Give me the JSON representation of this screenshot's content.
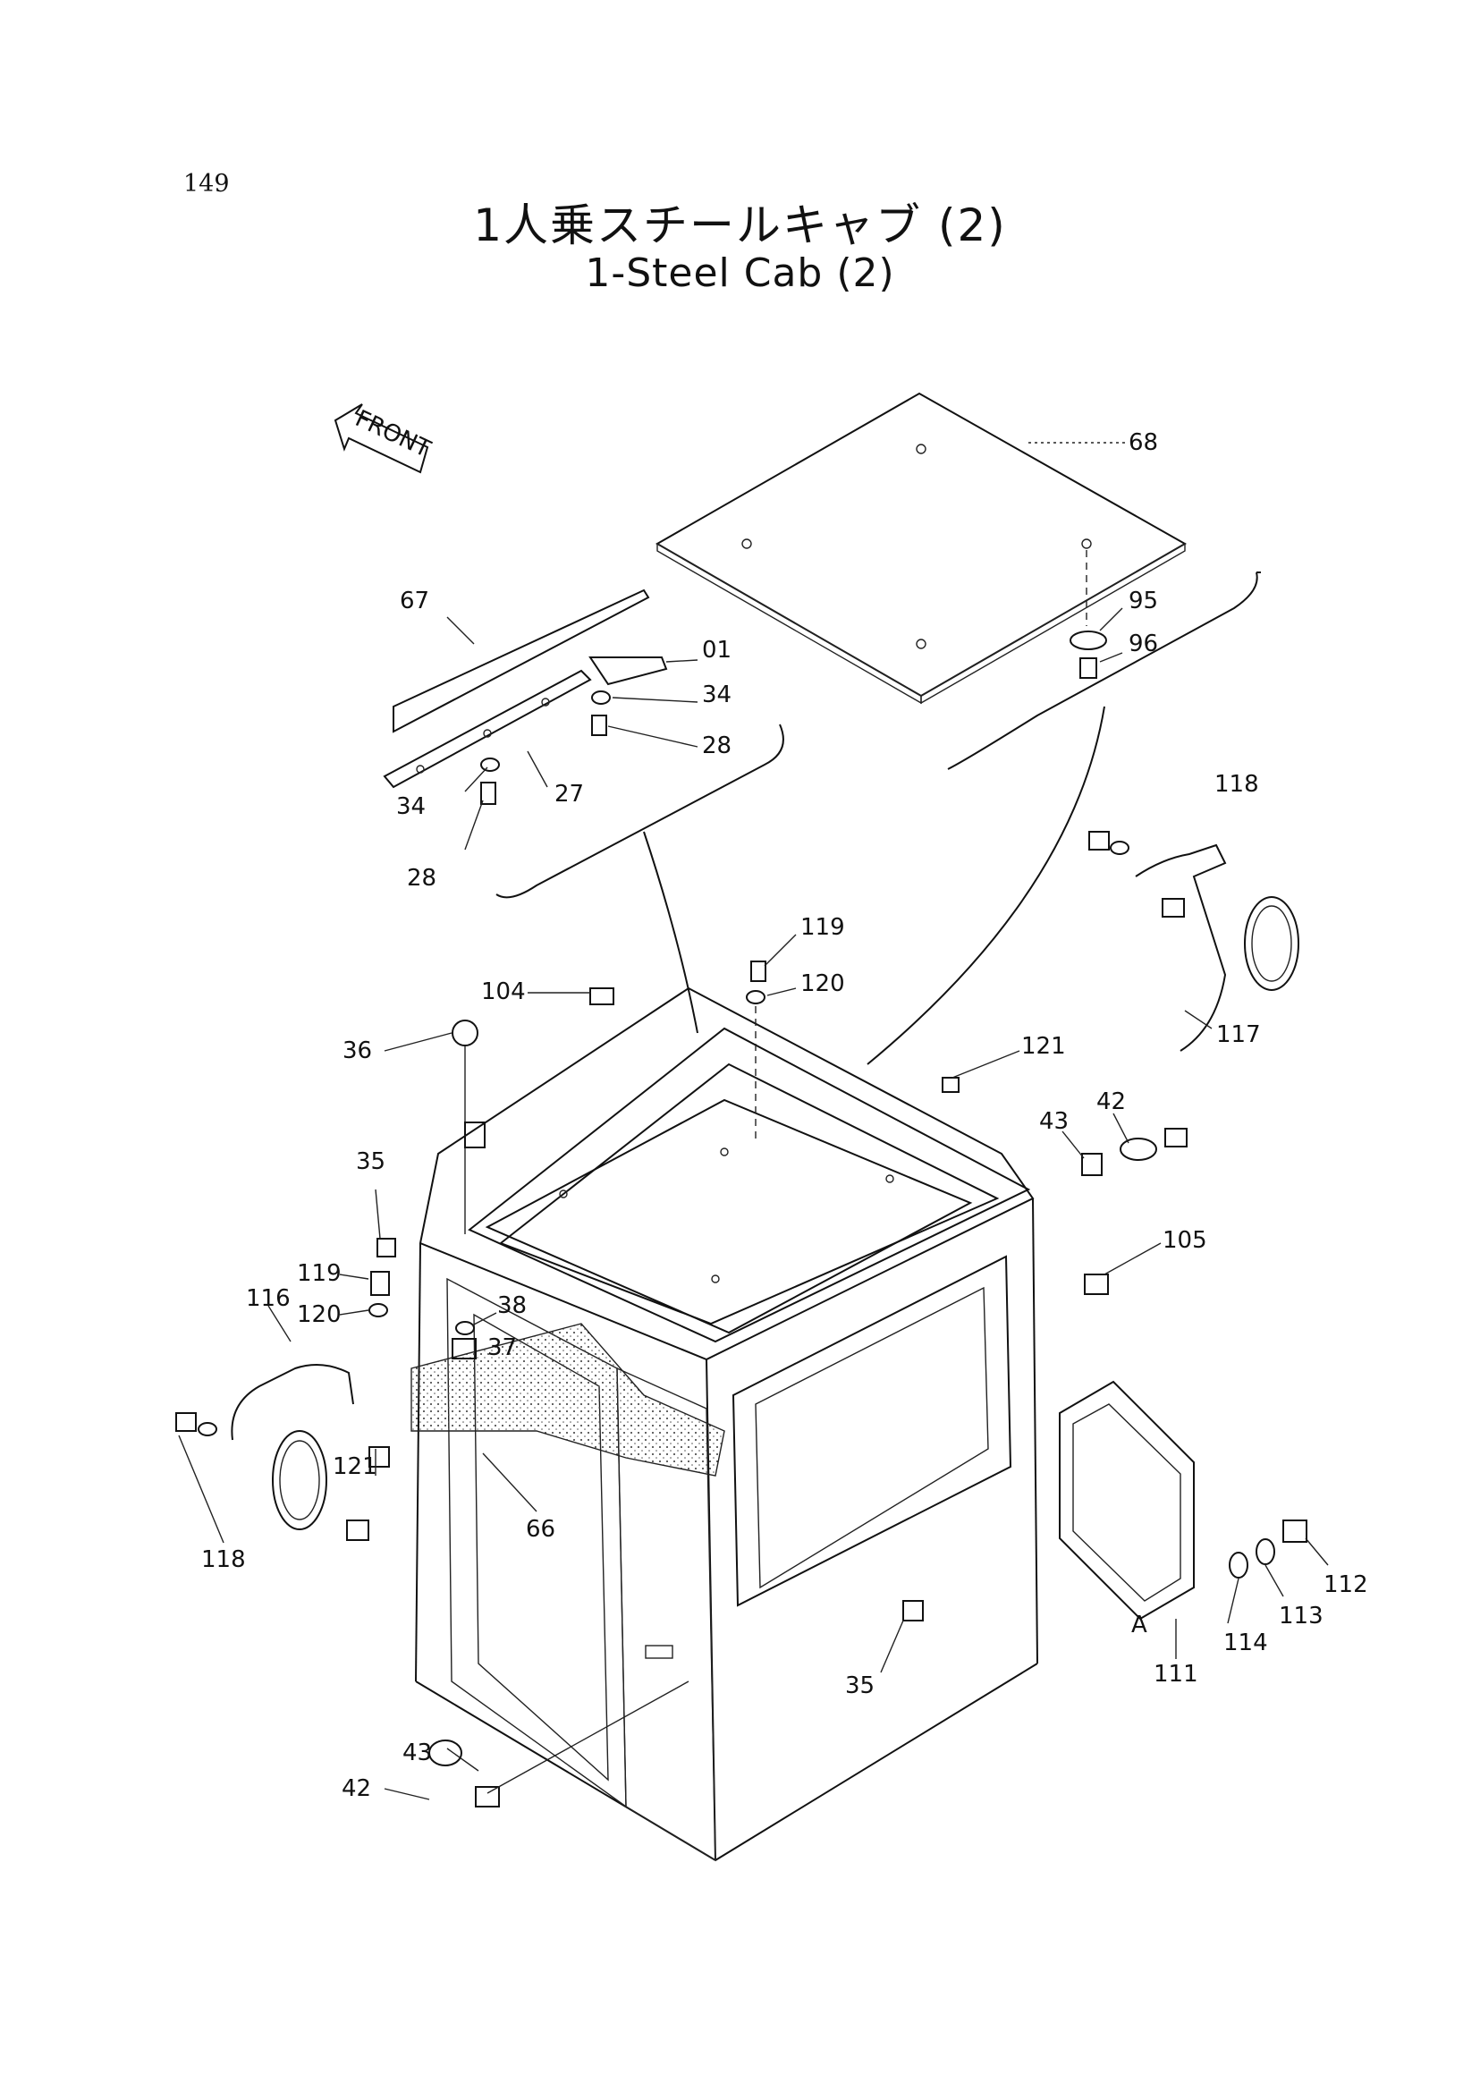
{
  "page_number": "149",
  "title_jp": "1人乗スチールキャブ (2)",
  "title_en": "1-Steel Cab (2)",
  "front_label": "FRONT",
  "detail_label": "A",
  "callouts": [
    {
      "id": "c68",
      "text": "68"
    },
    {
      "id": "c95",
      "text": "95"
    },
    {
      "id": "c96",
      "text": "96"
    },
    {
      "id": "c67",
      "text": "67"
    },
    {
      "id": "c01",
      "text": "01"
    },
    {
      "id": "c34a",
      "text": "34"
    },
    {
      "id": "c28a",
      "text": "28"
    },
    {
      "id": "c34b",
      "text": "34"
    },
    {
      "id": "c27",
      "text": "27"
    },
    {
      "id": "c28b",
      "text": "28"
    },
    {
      "id": "c118a",
      "text": "118"
    },
    {
      "id": "c119a",
      "text": "119"
    },
    {
      "id": "c120a",
      "text": "120"
    },
    {
      "id": "c104",
      "text": "104"
    },
    {
      "id": "c117",
      "text": "117"
    },
    {
      "id": "c36",
      "text": "36"
    },
    {
      "id": "c121a",
      "text": "121"
    },
    {
      "id": "c42a",
      "text": "42"
    },
    {
      "id": "c43a",
      "text": "43"
    },
    {
      "id": "c35a",
      "text": "35"
    },
    {
      "id": "c105",
      "text": "105"
    },
    {
      "id": "c119b",
      "text": "119"
    },
    {
      "id": "c116",
      "text": "116"
    },
    {
      "id": "c120b",
      "text": "120"
    },
    {
      "id": "c38",
      "text": "38"
    },
    {
      "id": "c37",
      "text": "37"
    },
    {
      "id": "c121b",
      "text": "121"
    },
    {
      "id": "c66",
      "text": "66"
    },
    {
      "id": "c112",
      "text": "112"
    },
    {
      "id": "c113",
      "text": "113"
    },
    {
      "id": "c114",
      "text": "114"
    },
    {
      "id": "c111",
      "text": "111"
    },
    {
      "id": "c118b",
      "text": "118"
    },
    {
      "id": "c35b",
      "text": "35"
    },
    {
      "id": "c43b",
      "text": "43"
    },
    {
      "id": "c42b",
      "text": "42"
    }
  ]
}
